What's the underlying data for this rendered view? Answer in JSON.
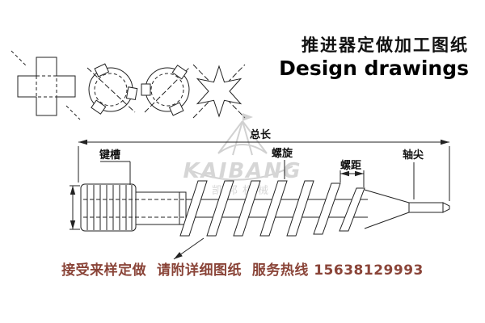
{
  "title": {
    "chinese": "推进器定做加工图纸",
    "english": "Design drawings"
  },
  "section_views": {
    "items": [
      "cross-spline-section",
      "keyed-bore-section",
      "lugged-bore-section",
      "star-spline-section"
    ]
  },
  "drawing": {
    "labels": {
      "total_length": "总长",
      "keyway": "键槽",
      "spiral": "螺旋",
      "pitch": "螺距",
      "shaft_tip": "轴尖"
    }
  },
  "watermark": {
    "brand": "KAIBANG",
    "caption": "凯邦机械"
  },
  "footer": {
    "text": "接受来样定做  请附详细图纸  服务热线 15638129993"
  },
  "colors": {
    "line": "#222222",
    "title_text": "#111111",
    "footer_text": "#8a4438",
    "watermark": "#a6a6a6"
  }
}
